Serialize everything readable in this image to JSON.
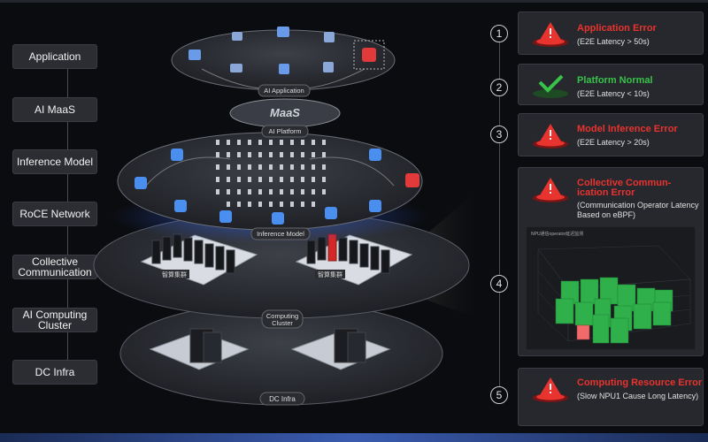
{
  "layers": [
    "Application",
    "AI MaaS",
    "Inference Model",
    "RoCE Network",
    "Collective Communication",
    "AI Computing Cluster",
    "DC Infra"
  ],
  "diagram": {
    "ai_application": "AI Application",
    "maas_logo": "MaaS",
    "ai_platform": "AI Platform",
    "inference_model": "Inference Model",
    "computing_cluster_line1": "Computing",
    "computing_cluster_line2": "Cluster",
    "dc_infra": "DC Infra",
    "cluster_a_tag": "智算集群",
    "cluster_b_tag": "智算集群"
  },
  "steps": [
    "1",
    "2",
    "3",
    "4",
    "5"
  ],
  "cards": [
    {
      "title": "Application Error",
      "subtitle": "(E2E Latency > 50s)",
      "status": "error",
      "icon": "warning-icon"
    },
    {
      "title": "Platform Normal",
      "subtitle": "(E2E Latency < 10s)",
      "status": "normal",
      "icon": "check-icon"
    },
    {
      "title": "Model Inference Error",
      "subtitle": "(E2E Latency > 20s)",
      "status": "error",
      "icon": "warning-icon"
    },
    {
      "title_line1": "Collective Commun-",
      "title_line2": "ication Error",
      "subtitle_line1": "(Communication Operator Latency",
      "subtitle_line2": "Based on eBPF)",
      "status": "error",
      "icon": "warning-icon",
      "chart_caption": "NPU通信operator延迟监测"
    },
    {
      "title": "Computing Resource Error",
      "subtitle": "(Slow NPU1 Cause Long Latency)",
      "status": "error",
      "icon": "warning-icon"
    }
  ],
  "colors": {
    "error": "#e8332e",
    "normal": "#38c24a",
    "card_bg": "#26282d",
    "layer_bg": "#2b2d33",
    "accent_blue": "#2f5bd6"
  }
}
